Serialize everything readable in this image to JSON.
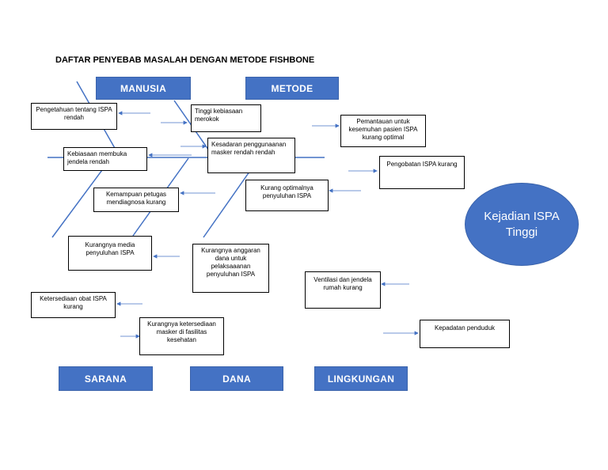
{
  "title": "DAFTAR PENYEBAB MASALAH DENGAN METODE FISHBONE",
  "effect": "Kejadian ISPA Tinggi",
  "colors": {
    "category_fill": "#4472c4",
    "effect_fill": "#4472c4",
    "line": "#4472c4",
    "text_on_fill": "#ffffff"
  },
  "categories": {
    "manusia": "MANUSIA",
    "metode": "METODE",
    "sarana": "SARANA",
    "dana": "DANA",
    "lingkungan": "LINGKUNGAN"
  },
  "causes": {
    "pengetahuan": "Pengetahuan tentang ISPA rendah",
    "kebiasaan_merokok": "Tinggi kebiasaan merokok",
    "pemantauan": "Pemantauan untuk kesemuhan pasien ISPA kurang optimal",
    "kebiasaan_jendela": "Kebiasaan membuka jendela rendah",
    "masker_rendah": "Kesadaran penggunaanan masker rendah rendah",
    "pengobatan": "Pengobatan ISPA kurang",
    "kemampuan_petugas": "Kemampuan petugas mendiagnosa kurang",
    "penyuluhan_kurang": "Kurang optimalnya penyuluhan ISPA",
    "media_penyuluhan": "Kurangnya media penyuluhan ISPA",
    "anggaran": "Kurangnya anggaran dana untuk pelaksaaanan penyuluhan ISPA",
    "ventilasi": "Ventilasi dan jendela rumah kurang",
    "obat": "Ketersediaan obat ISPA kurang",
    "ketersediaan_masker": "Kurangnya ketersediaan masker di fasilitas kesehatan",
    "kepadatan": "Kepadatan penduduk"
  }
}
